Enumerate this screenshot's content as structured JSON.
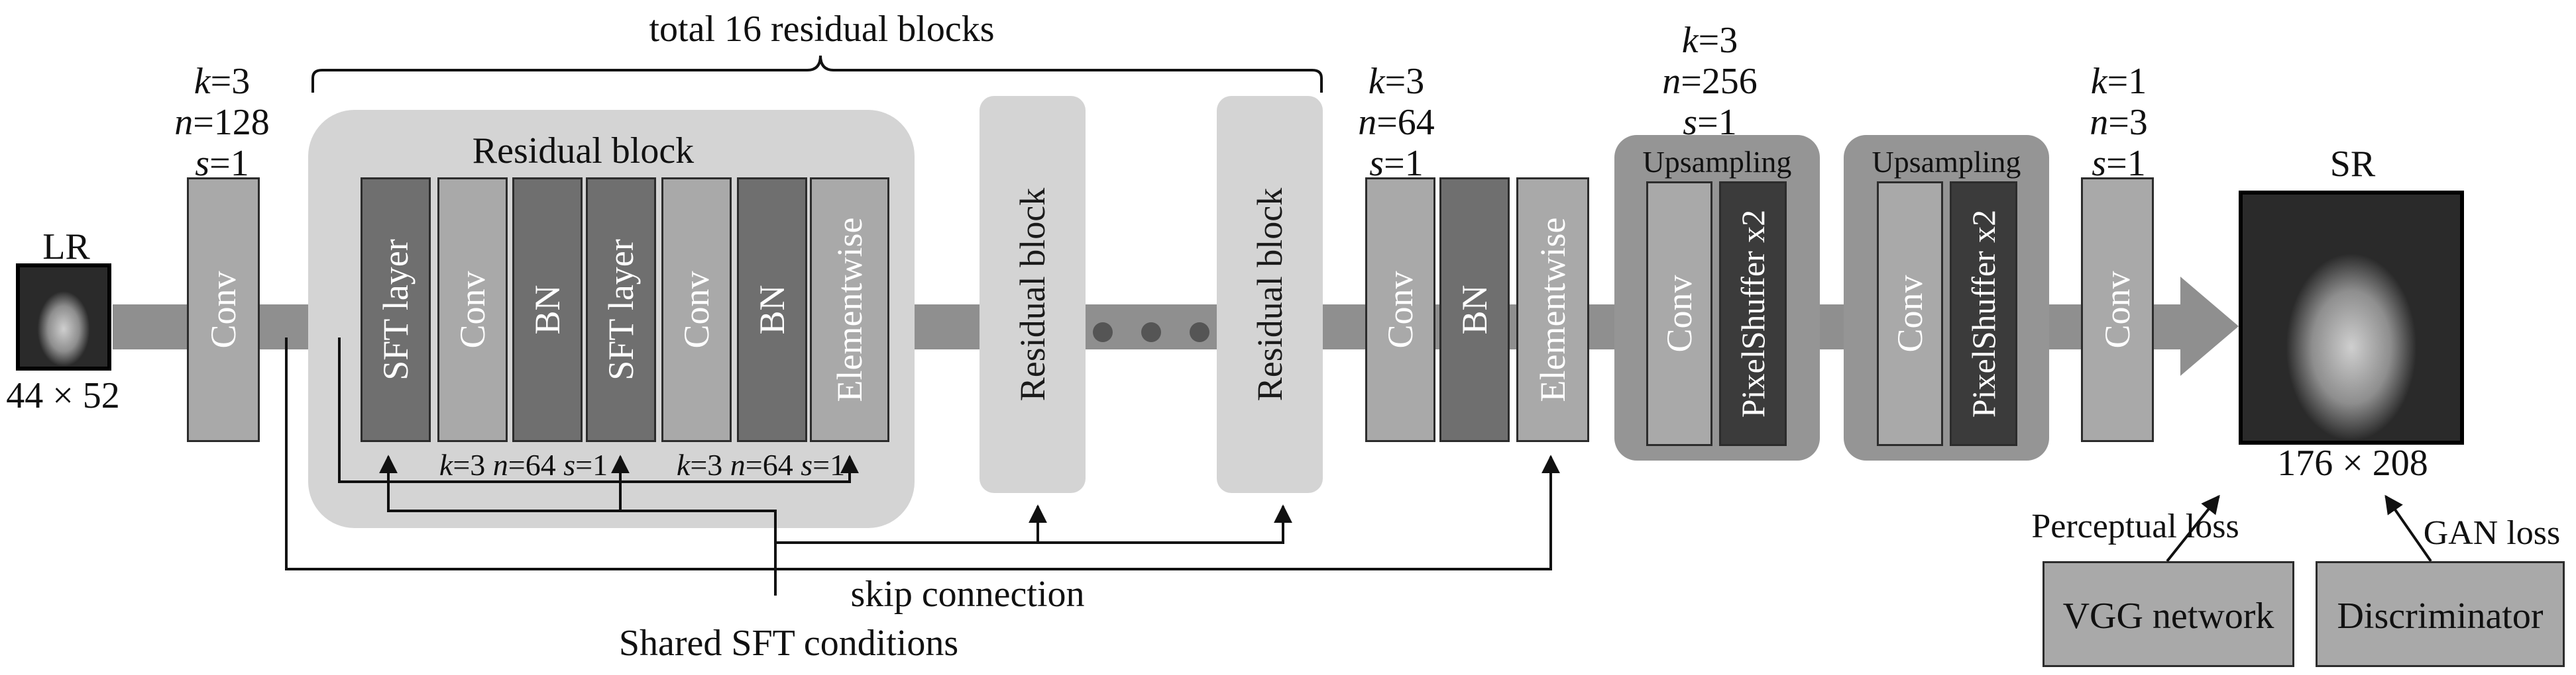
{
  "lr": {
    "title": "LR",
    "size": "44 × 52"
  },
  "sr": {
    "title": "SR",
    "size": "176 × 208"
  },
  "total_blocks_label": "total 16 residual blocks",
  "conv1_params": {
    "k": "3",
    "n": "128",
    "s": "1"
  },
  "conv2_params": {
    "k": "3",
    "n": "64",
    "s": "1"
  },
  "up_params": {
    "k": "3",
    "n": "256",
    "s": "1"
  },
  "conv3_params": {
    "k": "1",
    "n": "3",
    "s": "1"
  },
  "residual_block": {
    "title": "Residual block",
    "layers": [
      "SFT layer",
      "Conv",
      "BN",
      "SFT layer",
      "Conv",
      "BN",
      "Elementwise"
    ],
    "inner_params": [
      {
        "k": "3",
        "n": "64",
        "s": "1"
      },
      {
        "k": "3",
        "n": "64",
        "s": "1"
      }
    ]
  },
  "repeat_blocks": [
    "Residual block",
    "Residual block"
  ],
  "post_layers": [
    "Conv",
    "BN",
    "Elementwise"
  ],
  "upsampling": [
    {
      "title": "Upsampling",
      "conv": "Conv",
      "shuffle": "PixelShuffer x2"
    },
    {
      "title": "Upsampling",
      "conv": "Conv",
      "shuffle": "PixelShuffer x2"
    }
  ],
  "conv_label": "Conv",
  "skip_label": "skip connection",
  "shared_label": "Shared SFT conditions",
  "losses": {
    "perceptual": "Perceptual loss",
    "gan": "GAN loss",
    "vgg": "VGG network",
    "disc": "Discriminator"
  },
  "colors": {
    "main_arrow": "#8f8f8f",
    "block_light": "#a9a9a9",
    "block_mid": "#6f6f6f",
    "block_dark": "#3b3b3b",
    "residual_bg": "#d4d4d4",
    "up_bg": "#959595"
  }
}
